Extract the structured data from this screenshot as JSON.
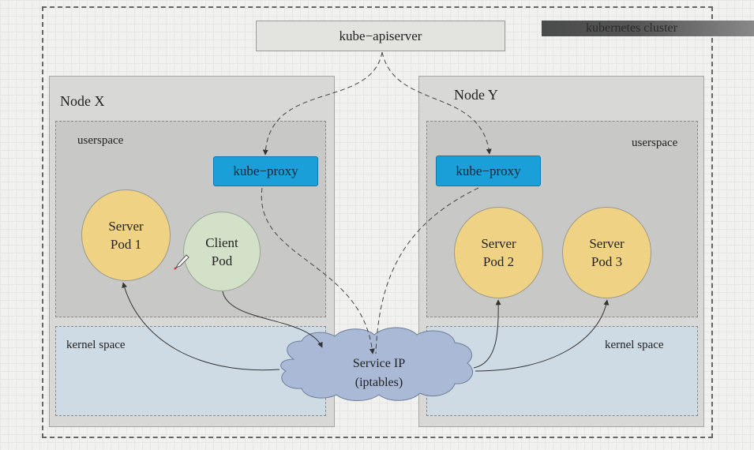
{
  "cluster": {
    "label": "kubernetes cluster"
  },
  "apiserver": {
    "label": "kube−apiserver"
  },
  "node_x": {
    "title": "Node X",
    "userspace_label": "userspace",
    "kernel_label": "kernel space",
    "proxy_label": "kube−proxy",
    "server_pod": {
      "line1": "Server",
      "line2": "Pod 1"
    },
    "client_pod": {
      "line1": "Client",
      "line2": "Pod"
    }
  },
  "node_y": {
    "title": "Node Y",
    "userspace_label": "userspace",
    "kernel_label": "kernel space",
    "proxy_label": "kube−proxy",
    "server_pod_2": {
      "line1": "Server",
      "line2": "Pod 2"
    },
    "server_pod_3": {
      "line1": "Server",
      "line2": "Pod 3"
    }
  },
  "service": {
    "line1": "Service IP",
    "line2": "(iptables)"
  },
  "colors": {
    "proxy": "#1a9fd8",
    "server_pod": "#f0d284",
    "client_pod": "#d3e1c9",
    "cloud": "#a9b9d6",
    "kernel_space": "#cfdbe4",
    "userspace": "#c8c9c6"
  },
  "icons": {
    "cursor": "pen-cursor-icon"
  }
}
